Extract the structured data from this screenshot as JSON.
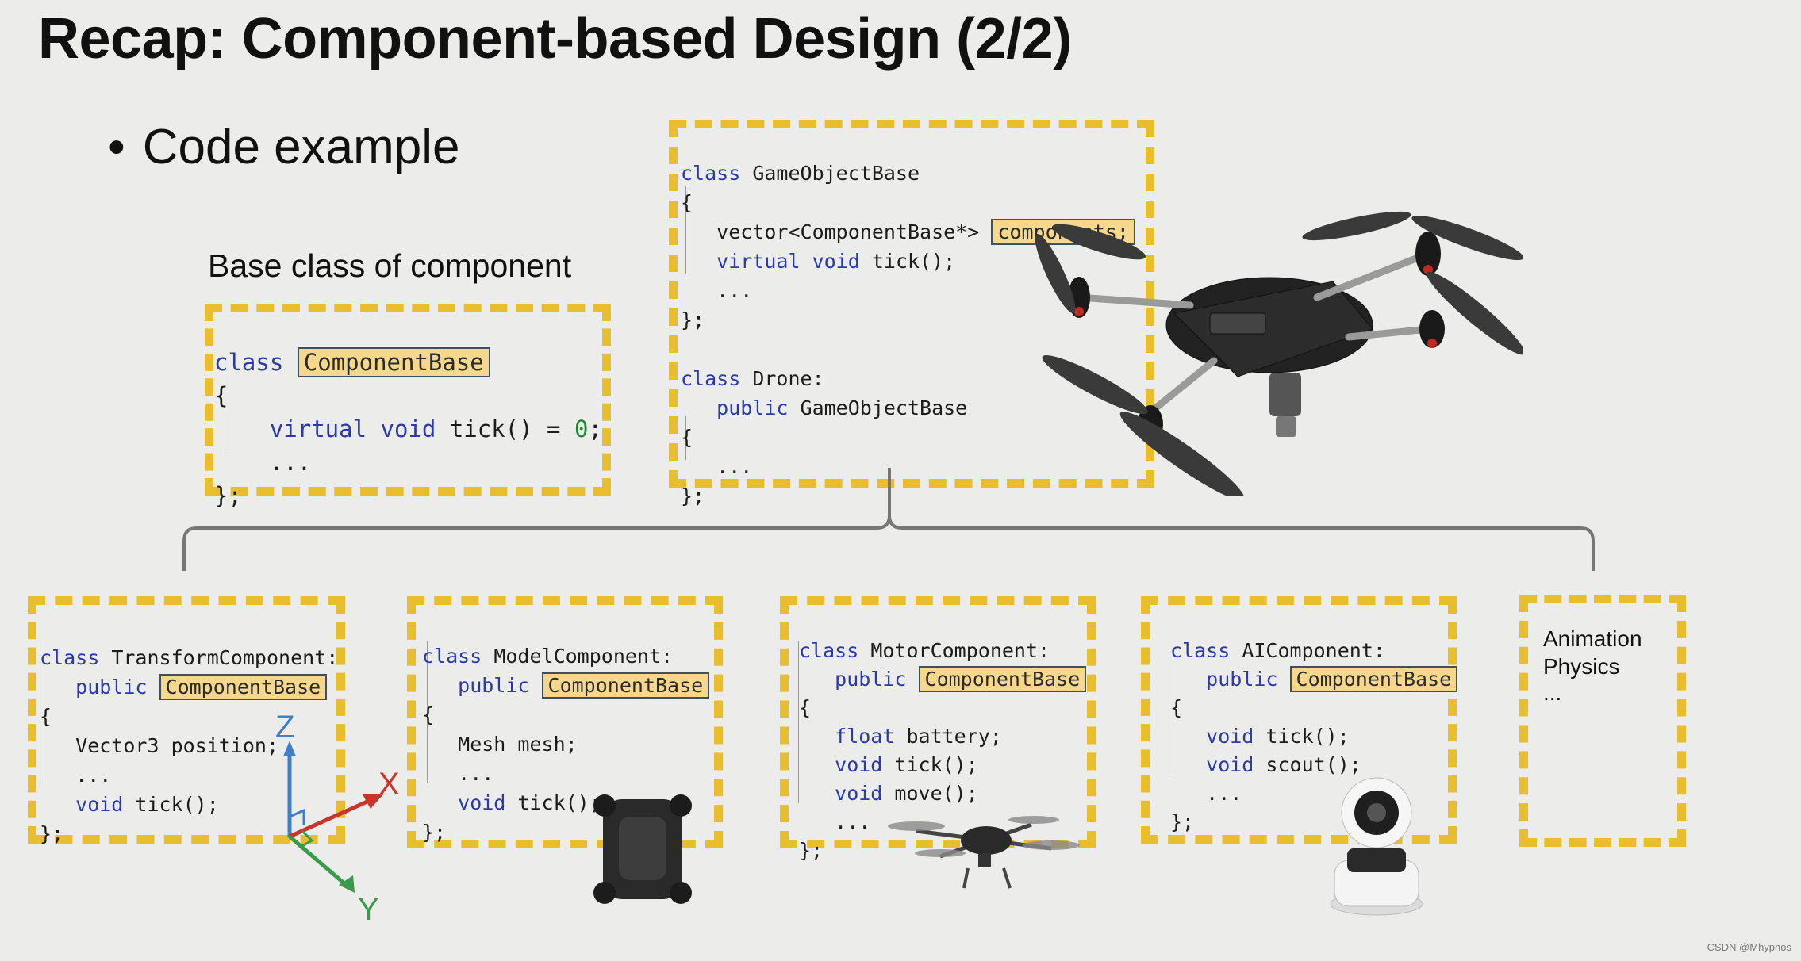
{
  "slide": {
    "title": "Recap: Component-based Design (2/2)",
    "bullet": "Code example",
    "base_caption": "Base class of component",
    "watermark": "CSDN @Mhypnos"
  },
  "base_class": {
    "kw_class": "class",
    "name": "ComponentBase",
    "open": "{",
    "kw_virtual": "virtual",
    "kw_void": "void",
    "method": " tick() = ",
    "zero": "0",
    "semi": ";",
    "dots": "...",
    "close": "};"
  },
  "game_object": {
    "kw_class": "class",
    "name": " GameObjectBase",
    "open": "{",
    "vector_decl": "vector<ComponentBase*>",
    "components": "components;",
    "kw_virtual": "virtual",
    "kw_void": "void",
    "tick": " tick();",
    "dots": "...",
    "close": "};",
    "drone_kw": "class",
    "drone_name": " Drone:",
    "kw_public": "public",
    "base_name": " GameObjectBase",
    "open2": "{",
    "dots2": "...",
    "close2": "};"
  },
  "transform": {
    "kw_class": "class",
    "name": " TransformComponent:",
    "kw_public": "public",
    "base": "ComponentBase",
    "open": "{",
    "field": "Vector3 position;",
    "dots": "...",
    "kw_void": "void",
    "tick": " tick();",
    "close": "};",
    "axis_x": "X",
    "axis_y": "Y",
    "axis_z": "Z"
  },
  "model": {
    "kw_class": "class",
    "name": " ModelComponent:",
    "kw_public": "public",
    "base": "ComponentBase",
    "open": "{",
    "field": "Mesh mesh;",
    "dots": "...",
    "kw_void": "void",
    "tick": " tick();",
    "close": "};"
  },
  "motor": {
    "kw_class": "class",
    "name": " MotorComponent:",
    "kw_public": "public",
    "base": "ComponentBase",
    "open": "{",
    "kw_float": "float",
    "field": " battery;",
    "kw_void1": "void",
    "tick": " tick();",
    "kw_void2": "void",
    "move": " move();",
    "dots": "...",
    "close": "};"
  },
  "ai": {
    "kw_class": "class",
    "name": " AIComponent:",
    "kw_public": "public",
    "base": "ComponentBase",
    "open": "{",
    "kw_void1": "void",
    "tick": " tick();",
    "kw_void2": "void",
    "scout": " scout();",
    "dots": "...",
    "close": "};"
  },
  "others": {
    "line1": "Animation",
    "line2": "Physics",
    "line3": "..."
  },
  "colors": {
    "dash_border": "#e9be2e",
    "highlight": "#f5d88c",
    "keyword": "#2a3aa8",
    "number": "#1c8a2c"
  },
  "icons": [
    "quadcopter-drone-image",
    "axis-gizmo-icon",
    "folded-drone-image",
    "small-drone-image",
    "security-camera-image"
  ]
}
